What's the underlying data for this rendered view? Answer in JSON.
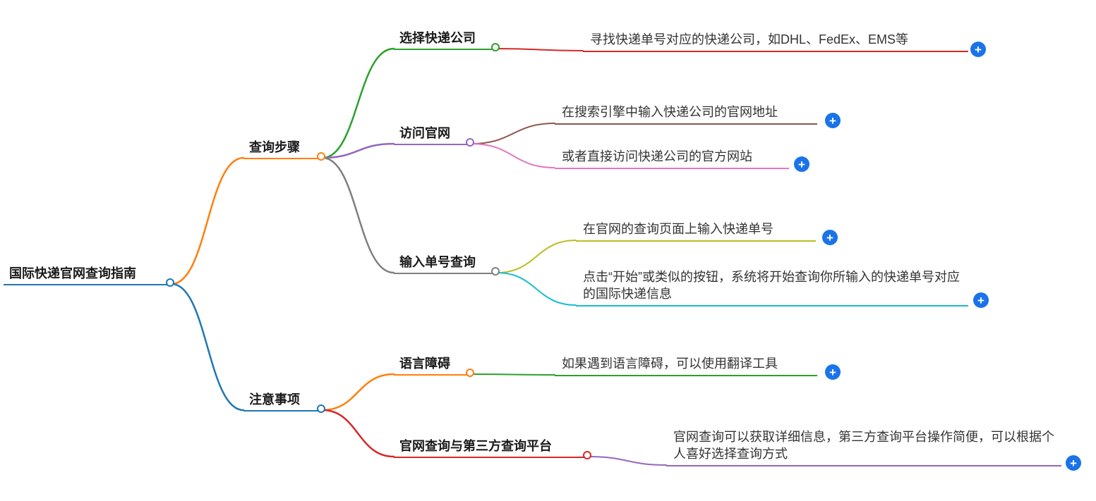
{
  "mindmap": {
    "root": {
      "label": "国际快递官网查询指南"
    },
    "branches": [
      {
        "label": "查询步骤",
        "children": [
          {
            "label": "选择快递公司",
            "leaves": [
              {
                "text": "寻找快递单号对应的快递公司，如DHL、FedEx、EMS等"
              }
            ]
          },
          {
            "label": "访问官网",
            "leaves": [
              {
                "text": "在搜索引擎中输入快递公司的官网地址"
              },
              {
                "text": "或者直接访问快递公司的官方网站"
              }
            ]
          },
          {
            "label": "输入单号查询",
            "leaves": [
              {
                "text": "在官网的查询页面上输入快递单号"
              },
              {
                "text": "点击“开始”或类似的按钮，系统将开始查询你所输入的快递单号对应的国际快递信息"
              }
            ]
          }
        ]
      },
      {
        "label": "注意事项",
        "children": [
          {
            "label": "语言障碍",
            "leaves": [
              {
                "text": "如果遇到语言障碍，可以使用翻译工具"
              }
            ]
          },
          {
            "label": "官网查询与第三方查询平台",
            "leaves": [
              {
                "text": "官网查询可以获取详细信息，第三方查询平台操作简便，可以根据个人喜好选择查询方式"
              }
            ]
          }
        ]
      }
    ],
    "icons": {
      "expand": "+"
    },
    "colors": {
      "root": "#1f77b4",
      "query_steps": "#ff7f0e",
      "notes": "#1f77b4",
      "choose_company": "#2ca02c",
      "choose_company_leaf": "#d62728",
      "visit_site": "#9467bd",
      "visit_site_leaf_search": "#8c564b",
      "visit_site_leaf_direct": "#e377c2",
      "enter_number": "#7f7f7f",
      "enter_number_leaf_page": "#bcbd22",
      "enter_number_leaf_start": "#17becf",
      "language_barrier": "#ff7f0e",
      "language_barrier_leaf": "#2ca02c",
      "platform_compare": "#d62728",
      "platform_compare_leaf": "#9467bd",
      "expand_button": "#1a73e8"
    }
  }
}
